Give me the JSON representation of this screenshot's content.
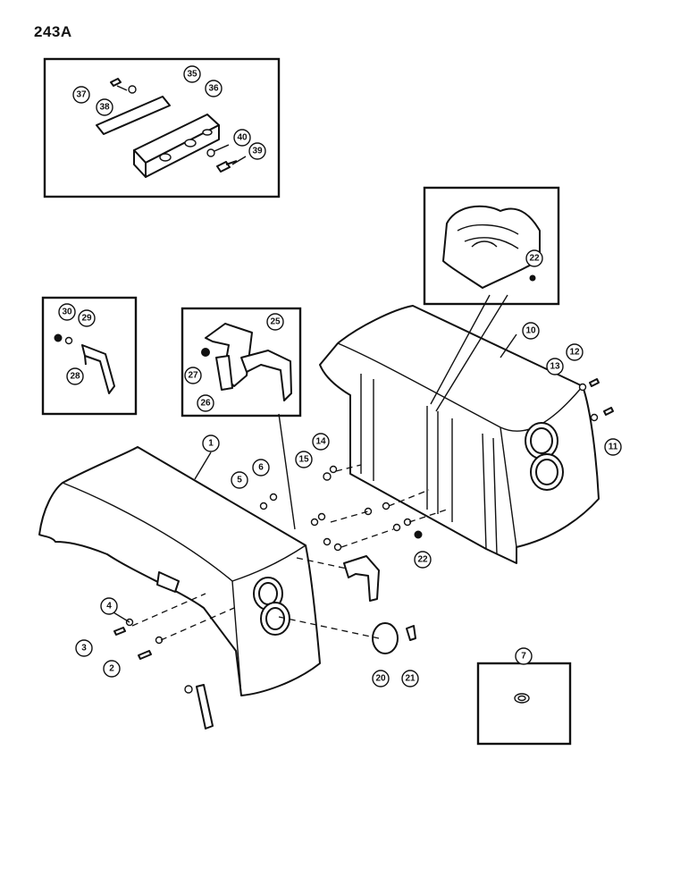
{
  "page": {
    "number": "243A"
  },
  "callouts": [
    {
      "id": "c1",
      "label": "1"
    },
    {
      "id": "c2",
      "label": "2"
    },
    {
      "id": "c3",
      "label": "3"
    },
    {
      "id": "c4",
      "label": "4"
    },
    {
      "id": "c5",
      "label": "5"
    },
    {
      "id": "c6",
      "label": "6"
    },
    {
      "id": "c7",
      "label": "7"
    },
    {
      "id": "c10",
      "label": "10"
    },
    {
      "id": "c11",
      "label": "11"
    },
    {
      "id": "c12",
      "label": "12"
    },
    {
      "id": "c13",
      "label": "13"
    },
    {
      "id": "c14",
      "label": "14"
    },
    {
      "id": "c15",
      "label": "15"
    },
    {
      "id": "c20",
      "label": "20"
    },
    {
      "id": "c21",
      "label": "21"
    },
    {
      "id": "c22a",
      "label": "22"
    },
    {
      "id": "c22b",
      "label": "22"
    },
    {
      "id": "c25",
      "label": "25"
    },
    {
      "id": "c26",
      "label": "26"
    },
    {
      "id": "c27",
      "label": "27"
    },
    {
      "id": "c28",
      "label": "28"
    },
    {
      "id": "c29",
      "label": "29"
    },
    {
      "id": "c30",
      "label": "30"
    },
    {
      "id": "c35",
      "label": "35"
    },
    {
      "id": "c36",
      "label": "36"
    },
    {
      "id": "c37",
      "label": "37"
    },
    {
      "id": "c38",
      "label": "38"
    },
    {
      "id": "c39",
      "label": "39"
    },
    {
      "id": "c40",
      "label": "40"
    }
  ]
}
